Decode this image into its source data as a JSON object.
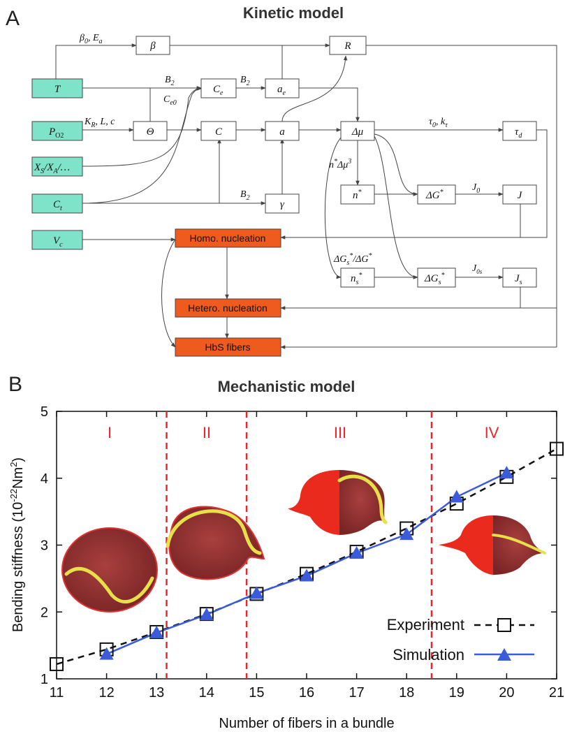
{
  "panel_a": {
    "letter": "A",
    "title": "Kinetic model",
    "nodes": {
      "T": "T",
      "PO2": "P",
      "PO2_sub": "O2",
      "XS": "X",
      "XS_s": "S",
      "XS_mid": "/X",
      "XS_a": "A",
      "XS_tail": "/…",
      "Ct": "C",
      "Ct_sub": "t",
      "Vc": "V",
      "Vc_sub": "c",
      "beta": "β",
      "R": "R",
      "Ce": "C",
      "Ce_sub": "e",
      "ae": "a",
      "ae_sub": "e",
      "theta": "Θ",
      "C": "C",
      "a": "a",
      "dmu": "Δμ",
      "tau": "τ",
      "tau_sub": "d",
      "gamma": "γ",
      "nstar": "n",
      "nstar_sup": "*",
      "dG": "ΔG",
      "dG_sup": "*",
      "J": "J",
      "nsstar": "n",
      "nsstar_sub": "s",
      "nsstar_sup": "*",
      "dGs": "ΔG",
      "dGs_sub": "s",
      "dGs_sup": "*",
      "Js": "J",
      "Js_sub": "s"
    },
    "processes": {
      "homo": "Homo. nucleation",
      "hetero": "Hetero. nucleation",
      "fibers": "HbS fibers"
    },
    "edge_labels": {
      "beta0": "β",
      "beta0_sub": "0",
      "beta0_rest": ", E",
      "beta0_sub2": "a",
      "B2_top": "B",
      "B2_top_sub": "2",
      "Ce0": "C",
      "Ce0_sub": "e0",
      "B2_mid": "B",
      "B2_mid_sub": "2",
      "KR": "K",
      "KR_sub": "R",
      "KR_rest": ", L, c",
      "tau0": "τ",
      "tau0_sub": "0",
      "tau0_rest": ", k",
      "tau0_sub2": "τ",
      "nstar_dmu": "n",
      "nstar_dmu_sup": "*",
      "nstar_dmu_rest": "Δμ",
      "nstar_dmu_sup2": "3",
      "J0": "J",
      "J0_sub": "0",
      "B2_low": "B",
      "B2_low_sub": "2",
      "dGs_ratio": "ΔG",
      "dGs_ratio_sub": "s",
      "dGs_ratio_sup": "*",
      "dGs_ratio_rest": "/ΔG",
      "dGs_ratio_sup2": "*",
      "J0s": "J",
      "J0s_sub": "0s"
    }
  },
  "panel_b": {
    "letter": "B",
    "title": "Mechanistic model",
    "regions": [
      "I",
      "II",
      "III",
      "IV"
    ],
    "legend": {
      "experiment": "Experiment",
      "simulation": "Simulation"
    },
    "ylabel_main": "Bending stiffness (10",
    "ylabel_sup": "-22",
    "ylabel_units": "Nm",
    "ylabel_sup2": "2",
    "ylabel_close": ")"
  },
  "chart_data": {
    "type": "line",
    "title": "Mechanistic model",
    "xlabel": "Number of fibers in a bundle",
    "ylabel": "Bending stiffness (10^-22 Nm^2)",
    "xlim": [
      11,
      21
    ],
    "ylim": [
      1,
      5
    ],
    "xticks": [
      11,
      12,
      13,
      14,
      15,
      16,
      17,
      18,
      19,
      20,
      21
    ],
    "yticks": [
      1,
      2,
      3,
      4,
      5
    ],
    "region_boundaries": [
      13.2,
      14.8,
      18.5
    ],
    "series": [
      {
        "name": "Experiment",
        "style": "dashed",
        "marker": "open-square",
        "color": "#111111",
        "x": [
          11,
          12,
          13,
          14,
          15,
          16,
          17,
          18,
          19,
          20,
          21
        ],
        "y": [
          1.22,
          1.44,
          1.7,
          1.97,
          2.27,
          2.57,
          2.9,
          3.25,
          3.62,
          4.02,
          4.44
        ]
      },
      {
        "name": "Simulation",
        "style": "solid",
        "marker": "filled-triangle",
        "color": "#3b5bdb",
        "x": [
          12,
          13,
          14,
          15,
          16,
          17,
          18,
          19,
          20
        ],
        "y": [
          1.37,
          1.69,
          1.96,
          2.28,
          2.54,
          2.88,
          3.16,
          3.72,
          4.08
        ]
      }
    ],
    "legend_position": "bottom-right"
  }
}
